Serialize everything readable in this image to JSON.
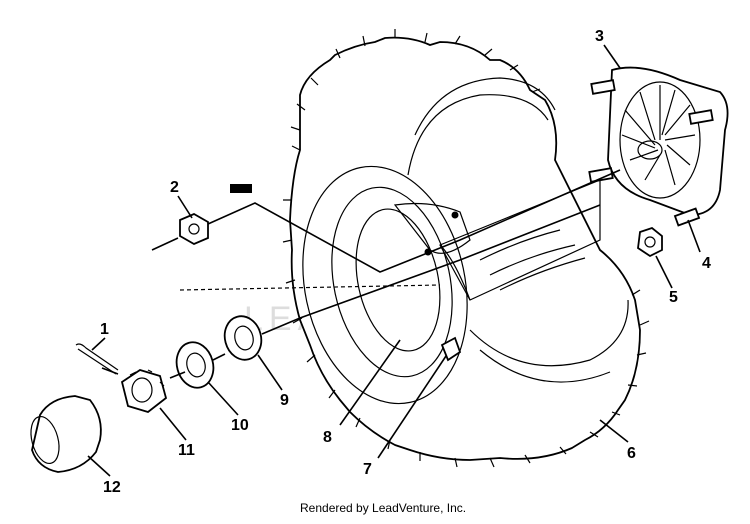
{
  "diagram": {
    "callouts": {
      "c1": "1",
      "c2": "2",
      "c3": "3",
      "c4": "4",
      "c5": "5",
      "c6": "6",
      "c7": "7",
      "c8": "8",
      "c9": "9",
      "c10": "10",
      "c11": "11",
      "c12": "12"
    },
    "watermark_text": "LEADVENTURE",
    "footer_text": "Rendered by LeadVenture, Inc."
  }
}
